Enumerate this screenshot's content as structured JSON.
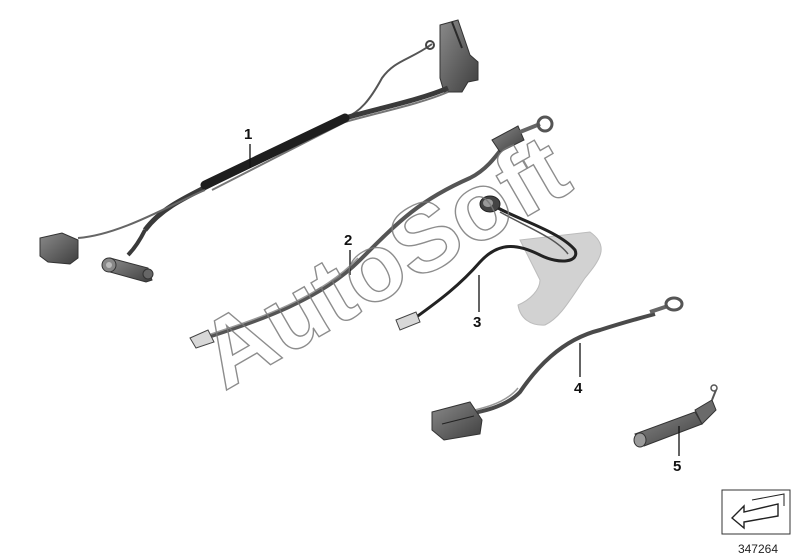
{
  "callouts": [
    "1",
    "2",
    "3",
    "4",
    "5"
  ],
  "watermark": "AutoSoft",
  "diagram_id": "347264",
  "icons": {
    "nav": "next-page-arrow-icon"
  },
  "colors": {
    "cable": "#6e6e6e",
    "cable_dark": "#2b2b2b",
    "connector": "#5c5c5c",
    "bracket": "#d0d0d0",
    "watermark_stroke": "#7a7a7a"
  }
}
